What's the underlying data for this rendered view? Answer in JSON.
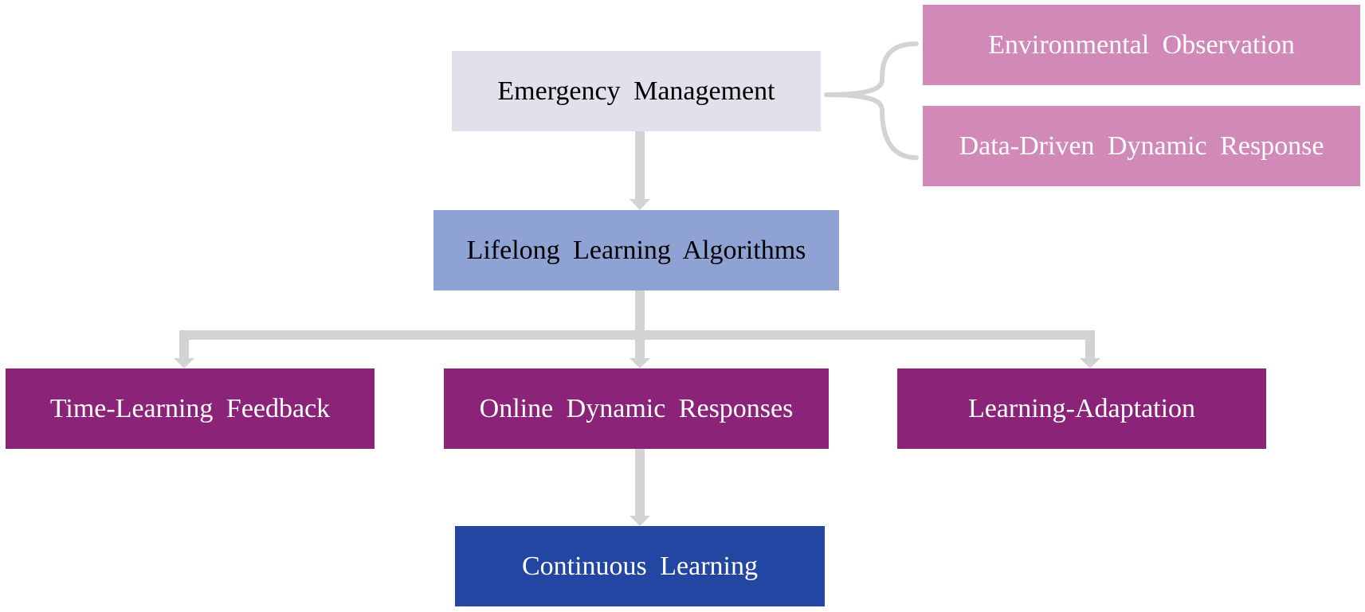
{
  "diagram": {
    "nodes": {
      "emergency": "Emergency Management",
      "env_obs": "Environmental Observation",
      "data_driven": "Data-Driven Dynamic Response",
      "lifelong": "Lifelong Learning Algorithms",
      "time_learning": "Time-Learning Feedback",
      "online_dynamic": "Online Dynamic Responses",
      "learning_adapt": "Learning-Adaptation",
      "continuous": "Continuous Learning"
    },
    "edges": [
      {
        "from": "emergency",
        "to": "lifelong"
      },
      {
        "from": "lifelong",
        "to": "time_learning"
      },
      {
        "from": "lifelong",
        "to": "online_dynamic"
      },
      {
        "from": "lifelong",
        "to": "learning_adapt"
      },
      {
        "from": "online_dynamic",
        "to": "continuous"
      }
    ],
    "brace": {
      "from": "emergency",
      "to": [
        "env_obs",
        "data_driven"
      ]
    },
    "colors": {
      "connector": "#d3d3d3",
      "emergency_fill": "#e1e1ec",
      "lifelong_fill": "#8ea2d4",
      "pink_fill": "#d189b8",
      "purple_fill": "#8b2479",
      "blue_fill": "#2246a1"
    }
  }
}
